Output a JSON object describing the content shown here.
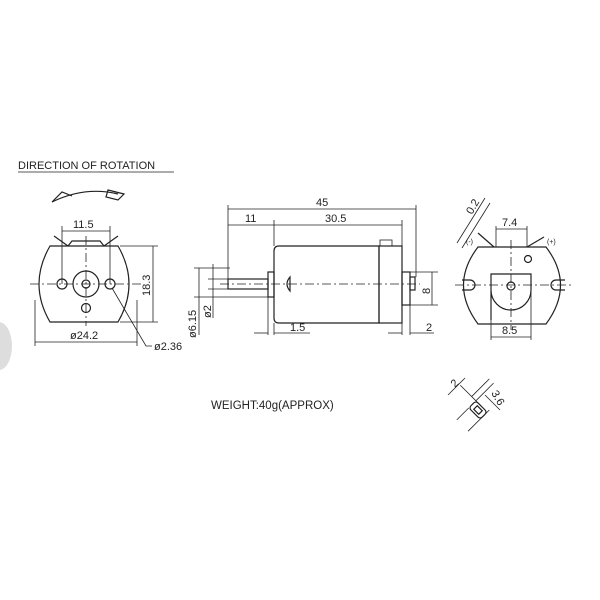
{
  "title": "DIRECTION OF ROTATION",
  "weight": "WEIGHT:40g(APPROX)",
  "front_view": {
    "terminal_spacing": "11.5",
    "height": "18.3",
    "diameter": "ø24.2",
    "hole_diameter": "ø2.36"
  },
  "side_view": {
    "overall_length": "45",
    "shaft_length": "11",
    "body_length": "30.5",
    "boss_diameter": "ø6.15",
    "shaft_diameter": "ø2",
    "collar": "1.5",
    "rear_boss_length": "2",
    "rear_boss_diameter": "8"
  },
  "rear_view": {
    "terminal_thickness": "0.2",
    "terminal_spacing": "7.4",
    "negative": "(-)",
    "positive": "(+)",
    "bracket_width": "8.5"
  },
  "terminal_detail": {
    "width": "2",
    "slot": "3.6"
  }
}
